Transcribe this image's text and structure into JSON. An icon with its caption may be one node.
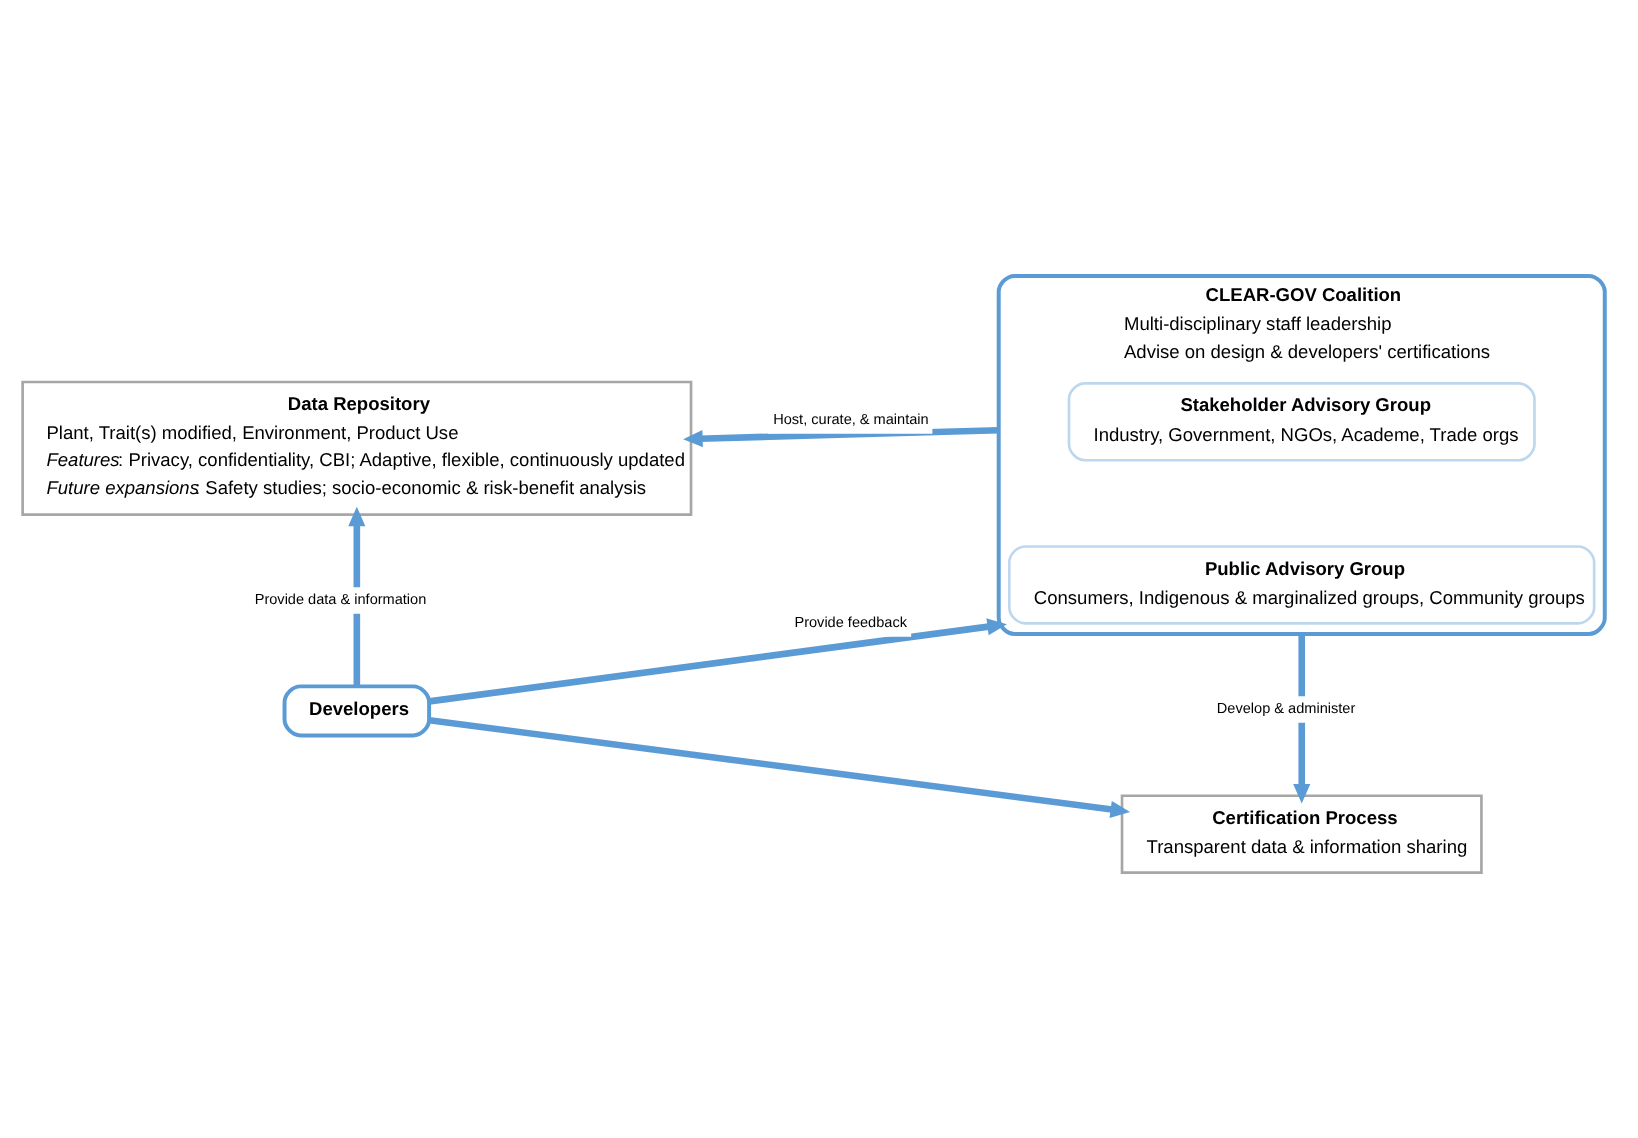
{
  "diagram": {
    "nodes": [
      {
        "text": [
          "Data Repository",
          "Plant, Trait(s) modified, Environment, Product Use",
          "*Features*: Privacy, confidentiality, CBI; Adaptive, flexible, continuously updated",
          "*Future expansions*: Safety studies; socio-economic & risk-benefit analysis"
        ]
      },
      {
        "text": [
          "CLEAR-GOV Coalition",
          "Multi-disciplinary staff leadership",
          "Advise on design & developers' certifications"
        ]
      },
      {
        "text": [
          "Stakeholder Advisory Group",
          "Industry, Government, NGOs, Academe, Trade orgs"
        ],
        "in": 1
      },
      {
        "text": [
          "Public Advisory Group",
          "Consumers, Indigenous & marginalized groups, Community groups"
        ],
        "in": 1
      },
      {
        "text": [
          "Developers"
        ]
      },
      {
        "text": [
          "Certification Process",
          "Transparent data & information sharing"
        ]
      }
    ],
    "edges": [
      {
        "from": 1,
        "to": 0,
        "arrow": "to",
        "label": "Host, curate, & maintain"
      },
      {
        "from": 4,
        "to": 0,
        "arrow": "to",
        "label": "Provide data & information"
      },
      {
        "from": 4,
        "to": 1,
        "arrow": "to",
        "label": "Provide feedback"
      },
      {
        "from": 1,
        "to": 5,
        "arrow": "to",
        "label": "Develop & administer"
      },
      {
        "from": 4,
        "to": 5,
        "arrow": "to"
      }
    ]
  }
}
